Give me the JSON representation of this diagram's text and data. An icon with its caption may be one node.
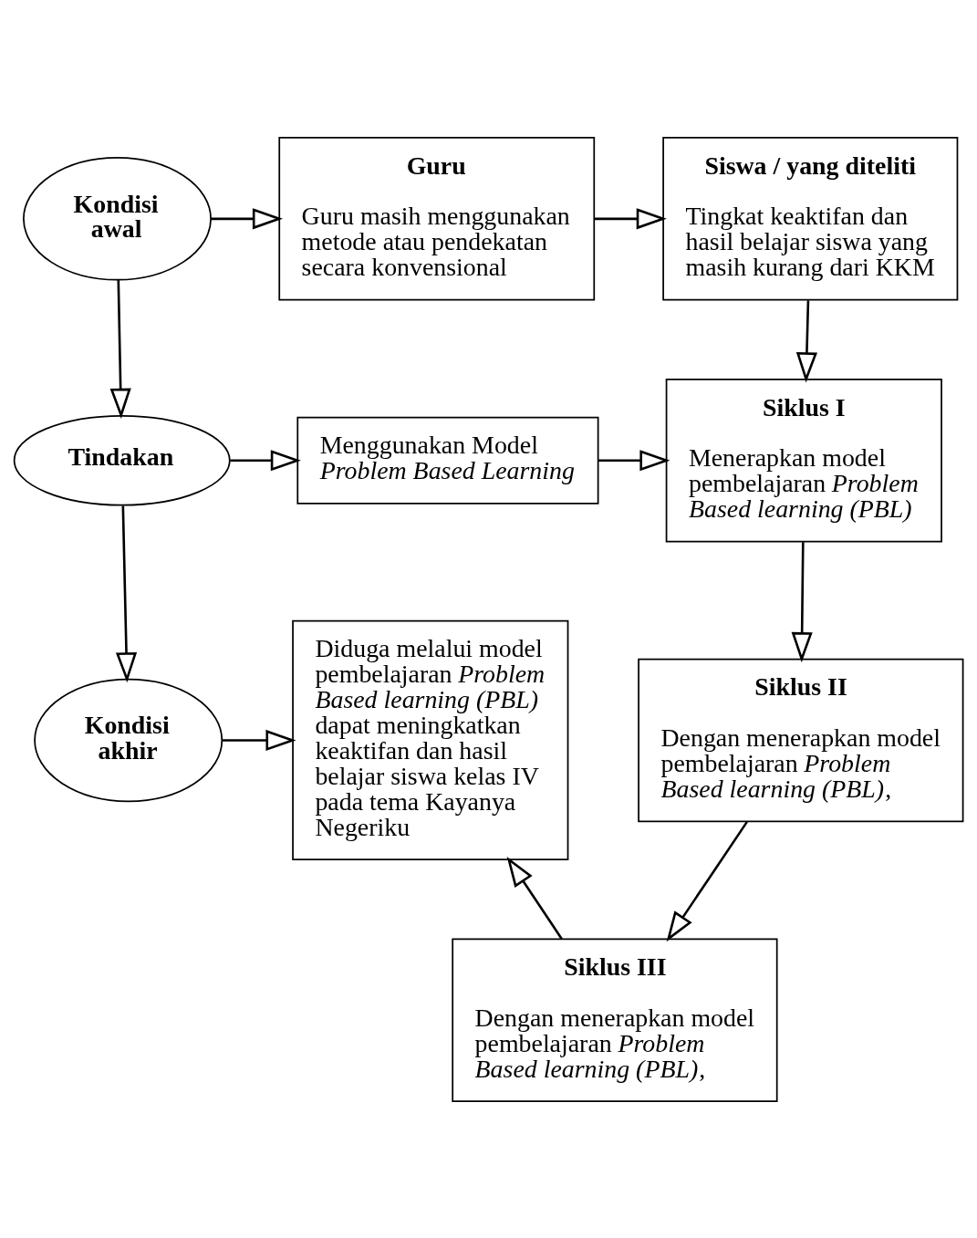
{
  "diagram": {
    "nodes": [
      {
        "text": [
          "Kondisi awal"
        ]
      },
      {
        "text": [
          "Guru",
          "Guru masih menggunakan metode atau pendekatan secara konvensional"
        ]
      },
      {
        "text": [
          "Siswa / yang diteliti",
          "Tingkat keaktifan dan hasil belajar siswa yang masih kurang dari KKM"
        ]
      },
      {
        "text": [
          "Tindakan"
        ]
      },
      {
        "text": [
          "Menggunakan Model *Problem Based Learning*"
        ]
      },
      {
        "text": [
          "Siklus I",
          "Menerapkan model pembelajaran *Problem Based learning (PBL)*"
        ]
      },
      {
        "text": [
          "Kondisi akhir"
        ]
      },
      {
        "text": [
          "Diduga melalui model pembelajaran *Problem Based learning (PBL)* dapat meningkatkan keaktifan dan hasil belajar siswa kelas IV pada tema Kayanya Negeriku"
        ]
      },
      {
        "text": [
          "Siklus II",
          "Dengan menerapkan model pembelajaran *Problem Based learning (PBL)*,"
        ]
      },
      {
        "text": [
          "Siklus III",
          "Dengan menerapkan model pembelajaran *Problem Based learning (PBL)*,"
        ]
      }
    ],
    "edges": [
      {
        "from": 0,
        "to": 1,
        "arrow": "to"
      },
      {
        "from": 1,
        "to": 2,
        "arrow": "to"
      },
      {
        "from": 0,
        "to": 3,
        "arrow": "to"
      },
      {
        "from": 2,
        "to": 5,
        "arrow": "to"
      },
      {
        "from": 3,
        "to": 4,
        "arrow": "to"
      },
      {
        "from": 4,
        "to": 5,
        "arrow": "to"
      },
      {
        "from": 3,
        "to": 6,
        "arrow": "to"
      },
      {
        "from": 5,
        "to": 8,
        "arrow": "to"
      },
      {
        "from": 8,
        "to": 9,
        "arrow": "to"
      },
      {
        "from": 6,
        "to": 7,
        "arrow": "to"
      },
      {
        "from": 9,
        "to": 7,
        "arrow": "to"
      }
    ]
  }
}
